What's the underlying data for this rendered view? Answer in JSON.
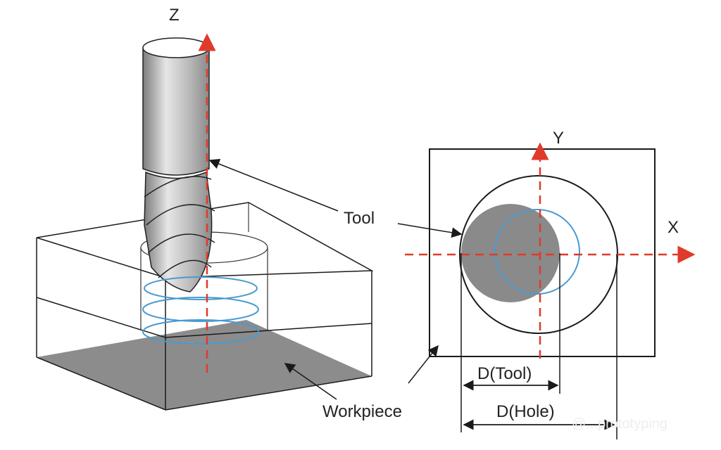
{
  "labels": {
    "z_axis": "Z",
    "y_axis": "Y",
    "x_axis": "X",
    "tool": "Tool",
    "workpiece": "Workpiece",
    "d_tool": "D(Tool)",
    "d_hole": "D(Hole)"
  },
  "watermark": "@...prototyping",
  "colors": {
    "axis": "#e03a2a",
    "helix": "#4a9ad0",
    "tool_fill": "#8a8a8a",
    "line": "#1a1a1a"
  }
}
